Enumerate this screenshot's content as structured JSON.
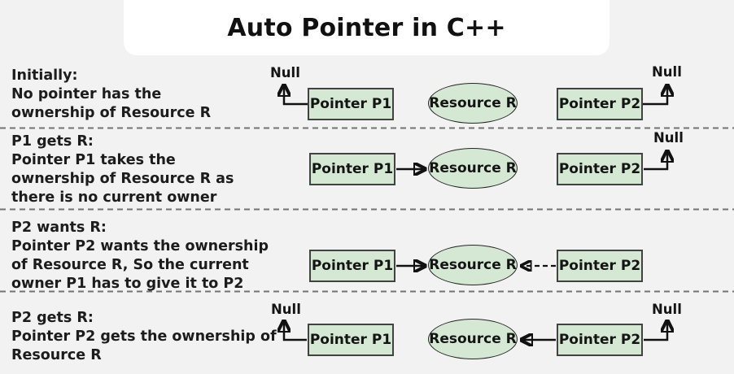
{
  "title": "Auto Pointer in C++",
  "node_labels": {
    "p1": "Pointer P1",
    "p2": "Pointer P2",
    "resource": "Resource R",
    "null": "Null"
  },
  "rows": [
    {
      "name": "initially",
      "lines": [
        "Initially:",
        "No pointer has the",
        "ownership of Resource R"
      ]
    },
    {
      "name": "p1-gets-r",
      "lines": [
        "P1 gets R:",
        "Pointer P1 takes the",
        "ownership of Resource R as",
        "there is no current owner"
      ]
    },
    {
      "name": "p2-wants-r",
      "lines": [
        "P2 wants R:",
        "Pointer P2 wants the ownership",
        "of Resource R, So the current",
        "owner P1 has to give it to P2"
      ]
    },
    {
      "name": "p2-gets-r",
      "lines": [
        "P2 gets R:",
        "Pointer P2 gets the ownership of",
        "Resource R"
      ]
    }
  ],
  "colors": {
    "background": "#f2f2f2",
    "banner": "#ffffff",
    "node_fill": "#d5e8d4",
    "node_border": "#424242",
    "arrow": "#111111",
    "divider": "#737373"
  }
}
